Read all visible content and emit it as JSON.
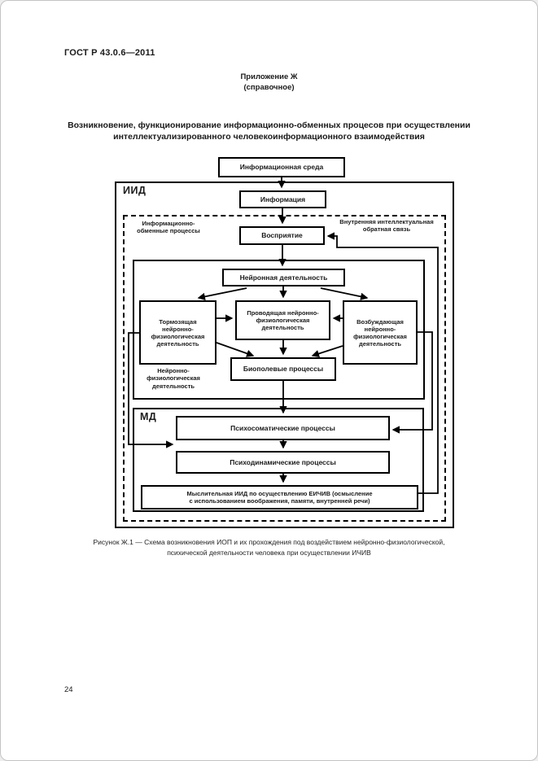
{
  "page": {
    "doc_number": "ГОСТ Р 43.0.6—2011",
    "appendix": {
      "title": "Приложение Ж",
      "subtitle": "(справочное)"
    },
    "title_lines": [
      "Возникновение, функционирование информационно-обменных процесов при осуществлении",
      "интеллектуализированного человекоинформационного взаимодействия"
    ],
    "page_number": "24"
  },
  "diagram": {
    "frames": {
      "iid_label": "ИИД",
      "md_label": "МД"
    },
    "region_labels": {
      "iop_lines": [
        "Информационно-",
        "обменные процессы"
      ],
      "feedback_lines": [
        "Внутренняя интеллектуальная",
        "обратная связь"
      ],
      "nf_lines": [
        "Нейронно-",
        "физиологическая",
        "деятельность"
      ]
    },
    "boxes": {
      "env": "Информационная среда",
      "info": "Информация",
      "perception": "Восприятие",
      "neural": "Нейронная деятельность",
      "inhibit_lines": [
        "Тормозящая",
        "нейронно-",
        "физиологическая",
        "деятельность"
      ],
      "conduct_lines": [
        "Проводящая нейронно-",
        "физиологическая",
        "деятельность"
      ],
      "excite_lines": [
        "Возбуждающая",
        "нейронно-",
        "физиологическая",
        "деятельность"
      ],
      "biofield": "Биополевые процессы",
      "psychosomatic": "Психосоматические процессы",
      "psychodynamic": "Психодинамические процессы",
      "mental_lines": [
        "Мыслительная ИИД по осуществлению ЕИЧИВ (осмысление",
        "с использованием воображения, памяти, внутренней речи)"
      ]
    },
    "colors": {
      "line": "#000000",
      "background": "#ffffff",
      "text": "#1a1a1a"
    }
  },
  "caption": {
    "lines": [
      "Рисунок Ж.1 — Схема возникновения ИОП и их прохождения под воздействием нейронно-физиологической,",
      "психической деятельности человека при осуществлении ИЧИВ"
    ]
  }
}
